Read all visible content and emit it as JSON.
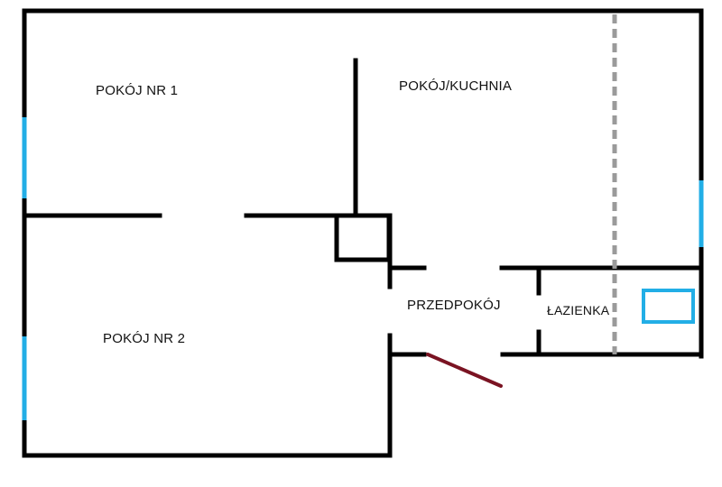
{
  "rooms": {
    "pokoj1": "POKÓJ NR 1",
    "kuchnia": "POKÓJ/KUCHNIA",
    "pokoj2": "POKÓJ NR 2",
    "przedpokoj": "PRZEDPOKÓJ",
    "lazienka": "ŁAZIENKA"
  },
  "colors": {
    "wall": "#000000",
    "window": "#22aee6",
    "door": "#7a1322",
    "dashed": "#9a9a9a"
  }
}
